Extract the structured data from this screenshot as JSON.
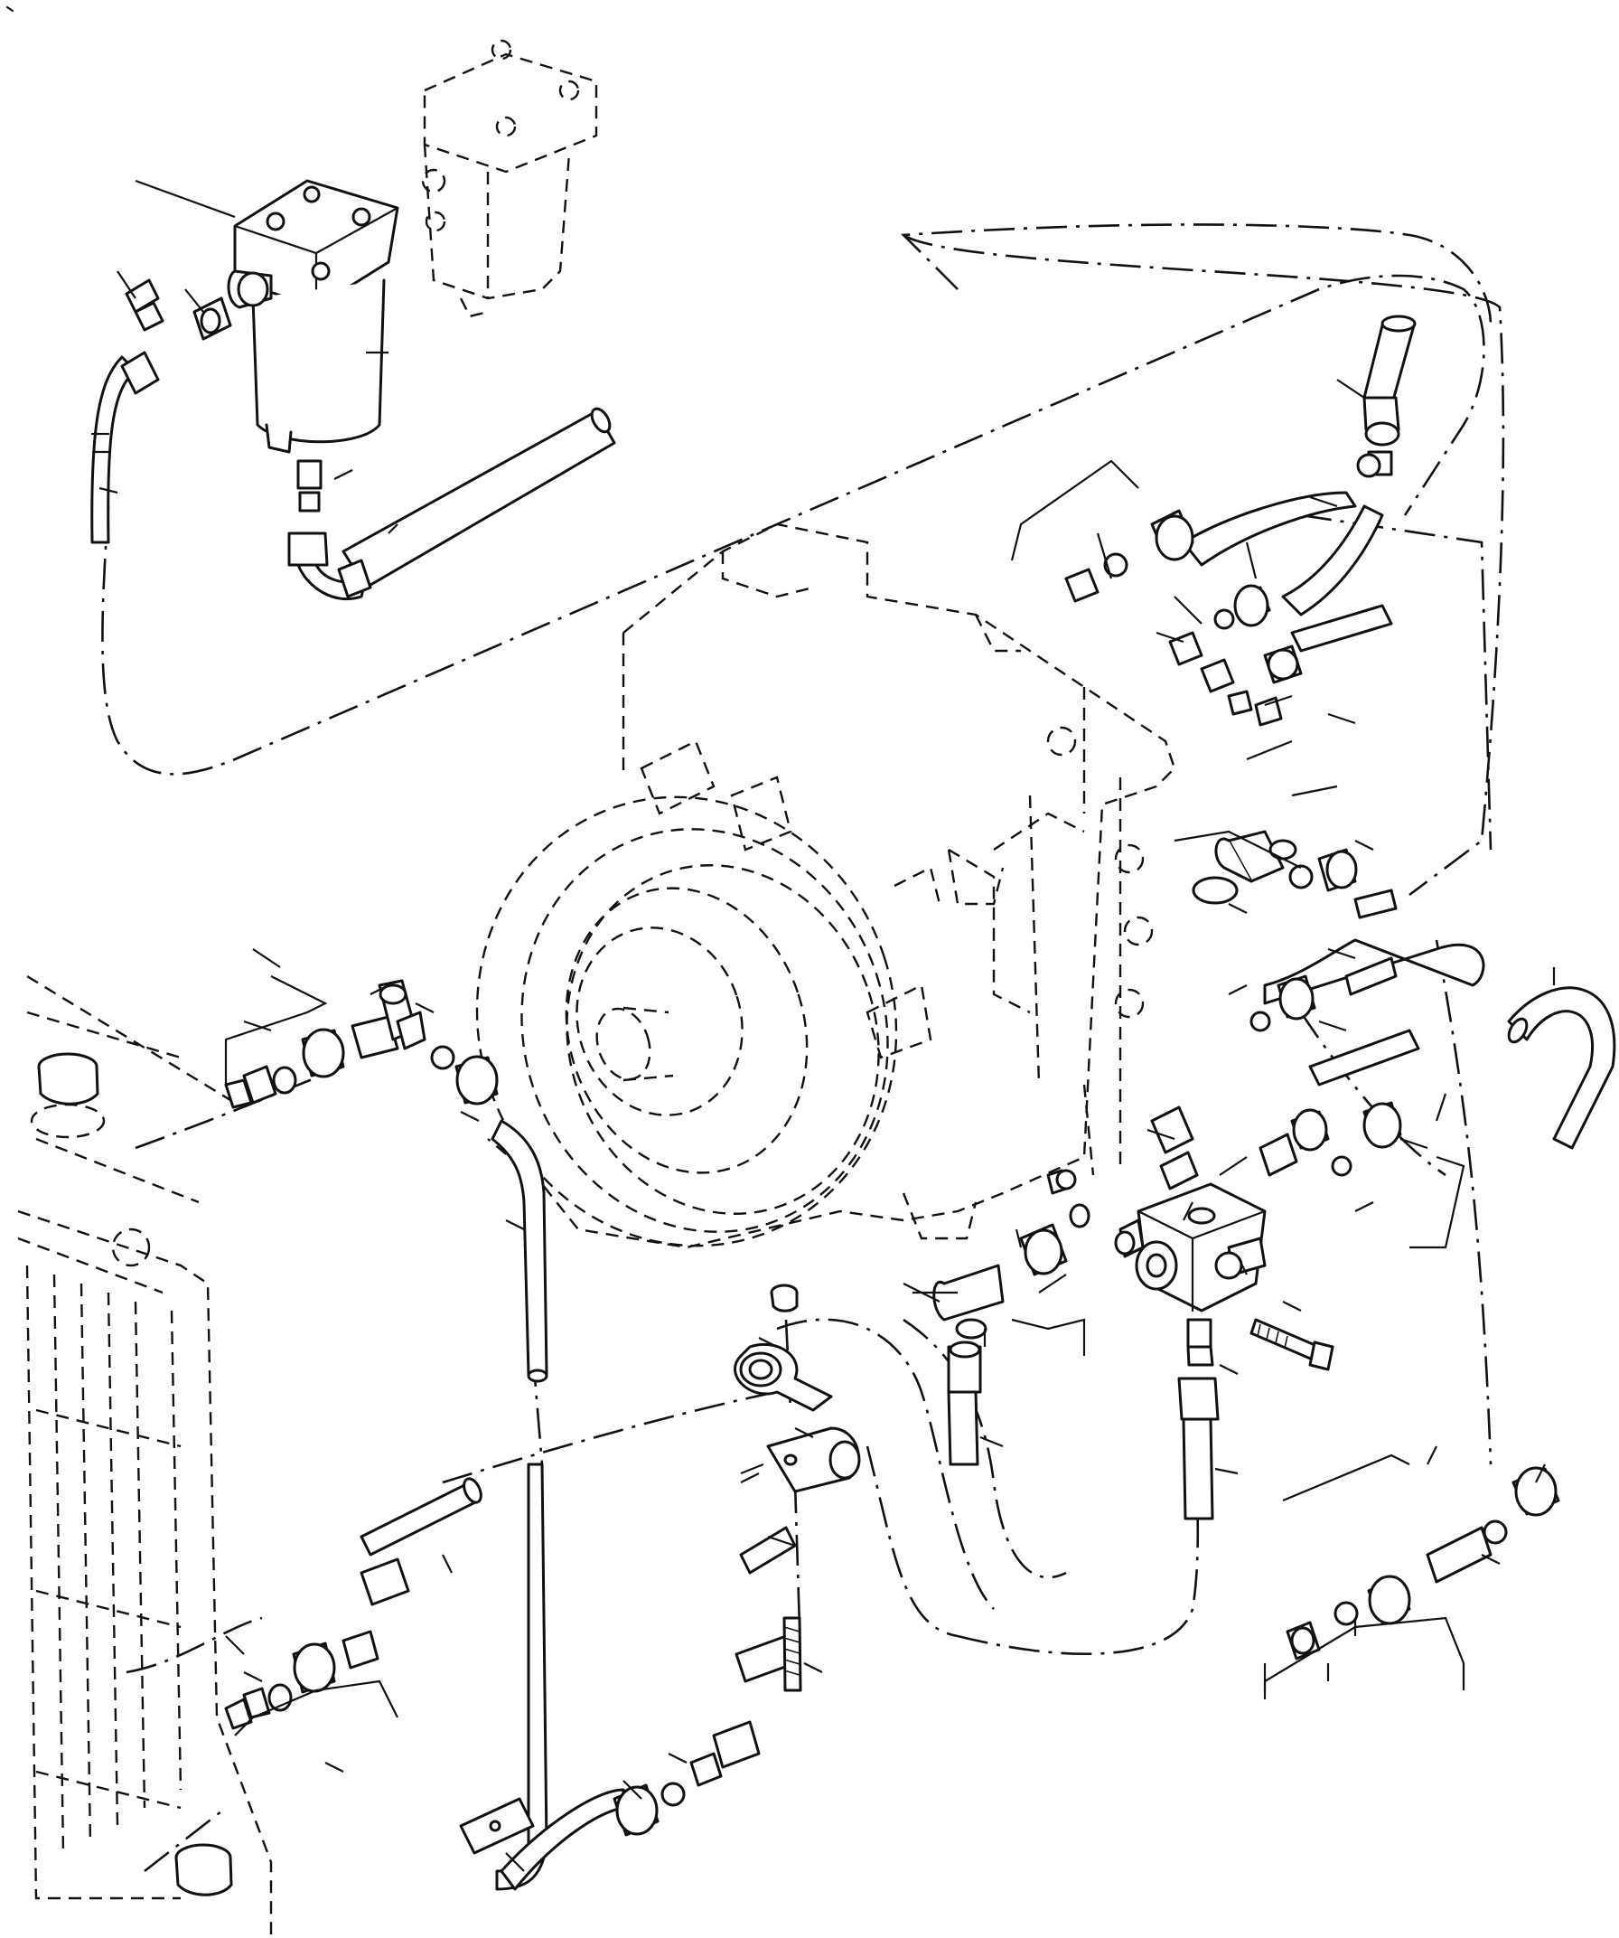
{
  "diagram": {
    "kind": "exploded-parts-view",
    "line_color": "#111111",
    "background_color": "#ffffff",
    "components": [
      {
        "name": "oil-filter",
        "style": "solid"
      },
      {
        "name": "oil-filter-alt-position",
        "style": "dashed"
      },
      {
        "name": "transmission-housing",
        "style": "dashed"
      },
      {
        "name": "oil-cooler-radiator",
        "style": "dashed"
      },
      {
        "name": "hoses",
        "style": "solid"
      },
      {
        "name": "hose-routing",
        "style": "chain-dash"
      },
      {
        "name": "fittings-and-nuts",
        "style": "solid"
      },
      {
        "name": "tee-block",
        "style": "solid"
      },
      {
        "name": "clamps",
        "style": "solid"
      },
      {
        "name": "bolt",
        "style": "solid"
      },
      {
        "name": "stud",
        "style": "solid"
      },
      {
        "name": "leader-lines",
        "style": "solid"
      }
    ]
  }
}
